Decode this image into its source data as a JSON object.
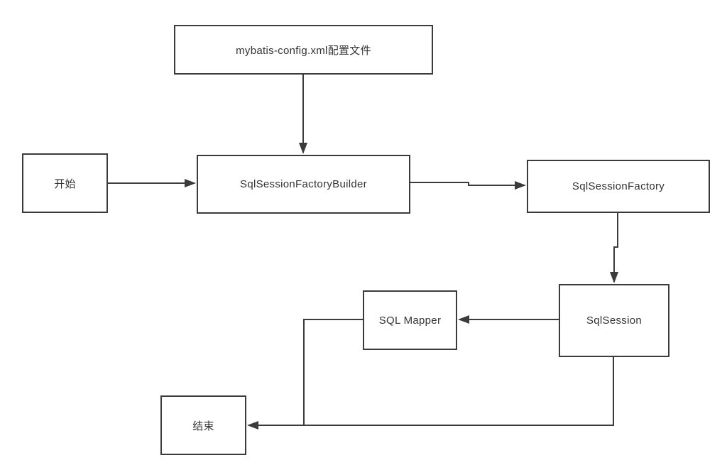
{
  "diagram": {
    "nodes": {
      "config": {
        "label": "mybatis-config.xml配置文件"
      },
      "start": {
        "label": "开始"
      },
      "builder": {
        "label": "SqlSessionFactoryBuilder"
      },
      "factory": {
        "label": "SqlSessionFactory"
      },
      "session": {
        "label": "SqlSession"
      },
      "mapper": {
        "label": "SQL Mapper"
      },
      "end": {
        "label": "结束"
      }
    },
    "edges": [
      {
        "from": "config",
        "to": "builder",
        "arrow": true
      },
      {
        "from": "start",
        "to": "builder",
        "arrow": true
      },
      {
        "from": "builder",
        "to": "factory",
        "arrow": true
      },
      {
        "from": "factory",
        "to": "session",
        "arrow": true
      },
      {
        "from": "session",
        "to": "mapper",
        "arrow": true
      },
      {
        "from": "session",
        "to": "end",
        "arrow": true
      },
      {
        "from": "mapper",
        "to": "session-end-line",
        "arrow": false
      }
    ],
    "colors": {
      "line": "#3b3b3b",
      "text": "#333333",
      "background": "#ffffff"
    }
  }
}
